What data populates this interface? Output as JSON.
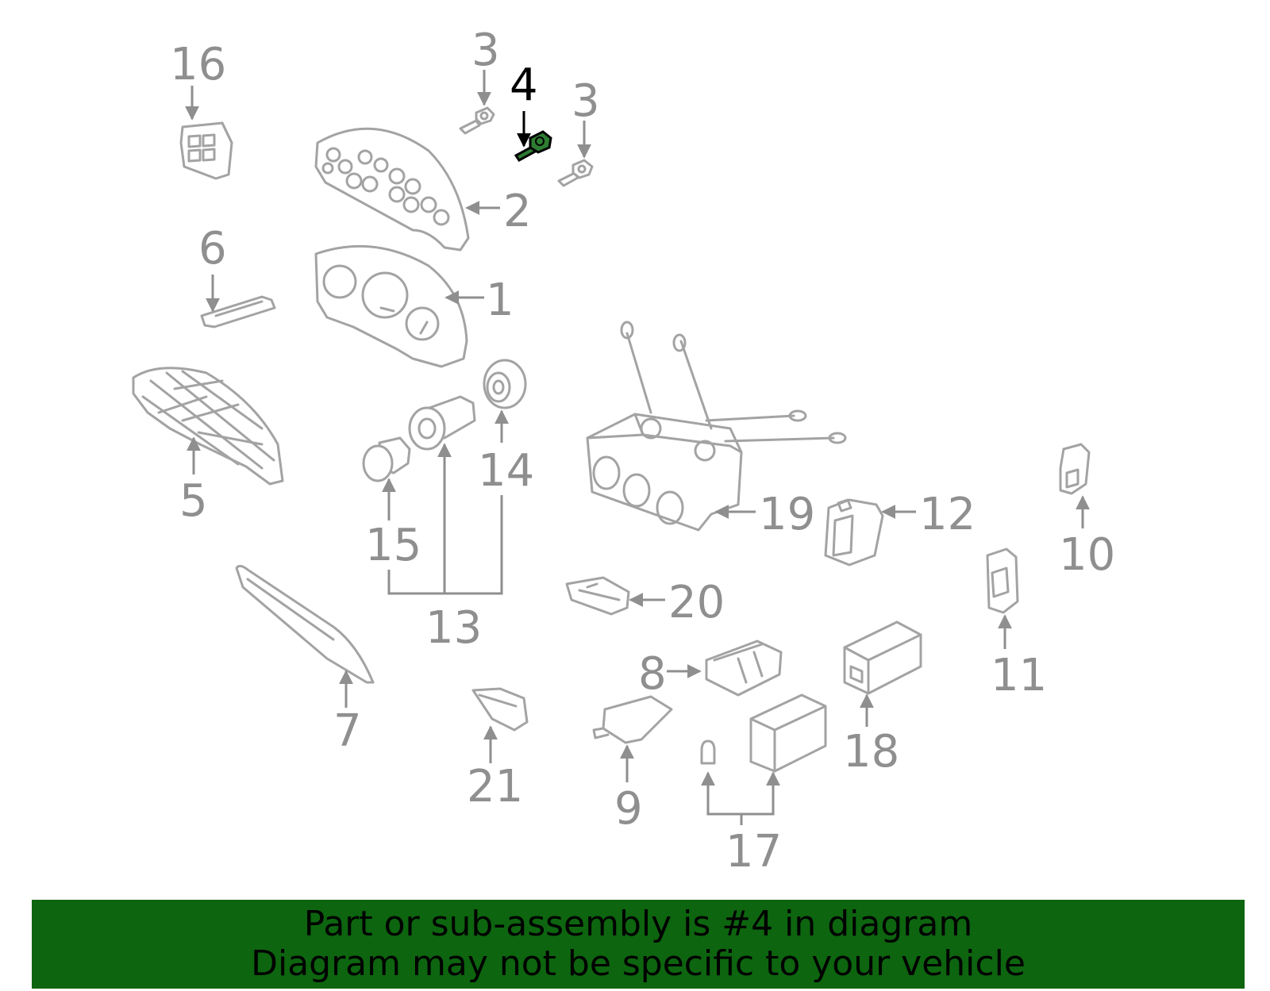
{
  "highlight_part": "4",
  "callouts": {
    "c1": "1",
    "c2": "2",
    "c3a": "3",
    "c3b": "3",
    "c4": "4",
    "c5": "5",
    "c6": "6",
    "c7": "7",
    "c8": "8",
    "c9": "9",
    "c10": "10",
    "c11": "11",
    "c12": "12",
    "c13": "13",
    "c14": "14",
    "c15": "15",
    "c16": "16",
    "c17": "17",
    "c18": "18",
    "c19": "19",
    "c20": "20",
    "c21": "21"
  },
  "banner": {
    "line1": "Part or sub-assembly is #4 in diagram",
    "line2": "Diagram may not be specific to your vehicle",
    "background": "#0d650f"
  },
  "colors": {
    "part_outline": "#a3a3a3",
    "callout_text": "#8f8f8f",
    "highlight_text": "#000000",
    "highlight_part_fill": "#2e7d32"
  }
}
